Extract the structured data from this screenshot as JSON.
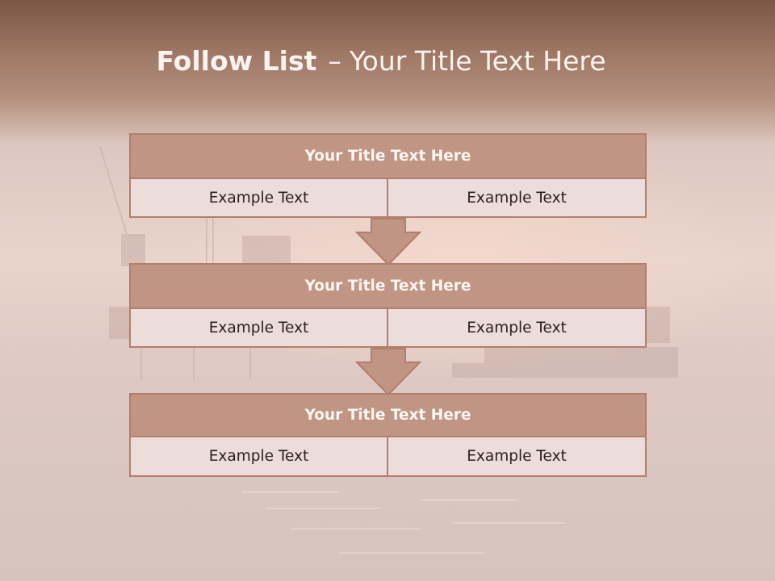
{
  "slide": {
    "title_bold": "Follow List",
    "title_dash": "–",
    "title_rest": "Your Title Text Here"
  },
  "rows": [
    {
      "title": "Your Title Text Here",
      "left": "Example Text",
      "right": "Example Text"
    },
    {
      "title": "Your Title Text Here",
      "left": "Example Text",
      "right": "Example Text"
    },
    {
      "title": "Your Title Text Here",
      "left": "Example Text",
      "right": "Example Text"
    }
  ],
  "colors": {
    "header_fill": "#c09583",
    "border": "#b47d6c",
    "cell_fill": "#ecdddb",
    "title_text": "#fbf3ee"
  }
}
